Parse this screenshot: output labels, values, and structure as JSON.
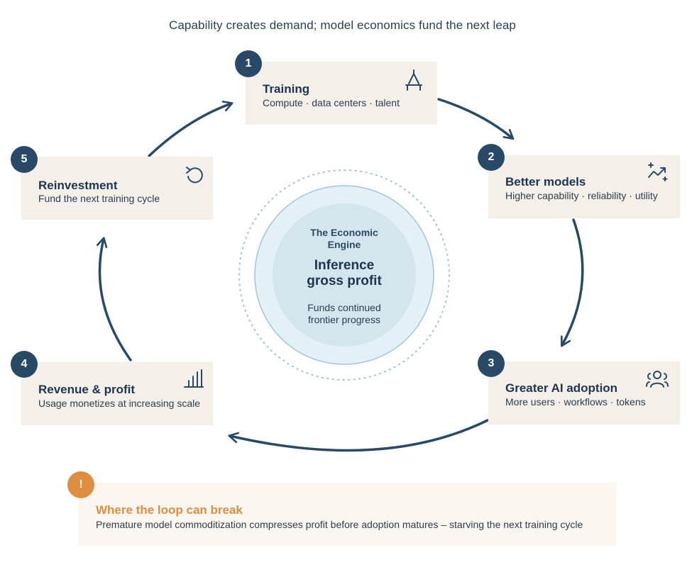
{
  "subtitle": "Capability creates demand; model economics fund the next leap",
  "center": {
    "kicker": "The Economic Engine",
    "title": "Inference gross profit",
    "caption": "Funds continued frontier progress"
  },
  "steps": [
    {
      "number": "1",
      "title": "Training",
      "desc": "Compute · data centers · talent",
      "icon": "crane-icon"
    },
    {
      "number": "2",
      "title": "Better models",
      "desc": "Higher capability · reliability · utility",
      "icon": "trend-up-sparkle-icon"
    },
    {
      "number": "3",
      "title": "Greater AI adoption",
      "desc": "More users · workflows · tokens",
      "icon": "users-icon"
    },
    {
      "number": "4",
      "title": "Revenue & profit",
      "desc": "Usage monetizes at increasing scale",
      "icon": "bar-chart-icon"
    },
    {
      "number": "5",
      "title": "Reinvestment",
      "desc": "Fund the next training cycle",
      "icon": "refresh-icon"
    }
  ],
  "warning": {
    "symbol": "!",
    "title": "Where the loop can break",
    "desc": "Premature model commoditization compresses profit before adoption matures – starving the next training cycle"
  },
  "colors": {
    "navy": "#284a66",
    "card": "#f4efe8",
    "warning": "#df8e3f",
    "circle_outer": "#e3f0f6",
    "circle_inner": "#d3e6ee"
  }
}
